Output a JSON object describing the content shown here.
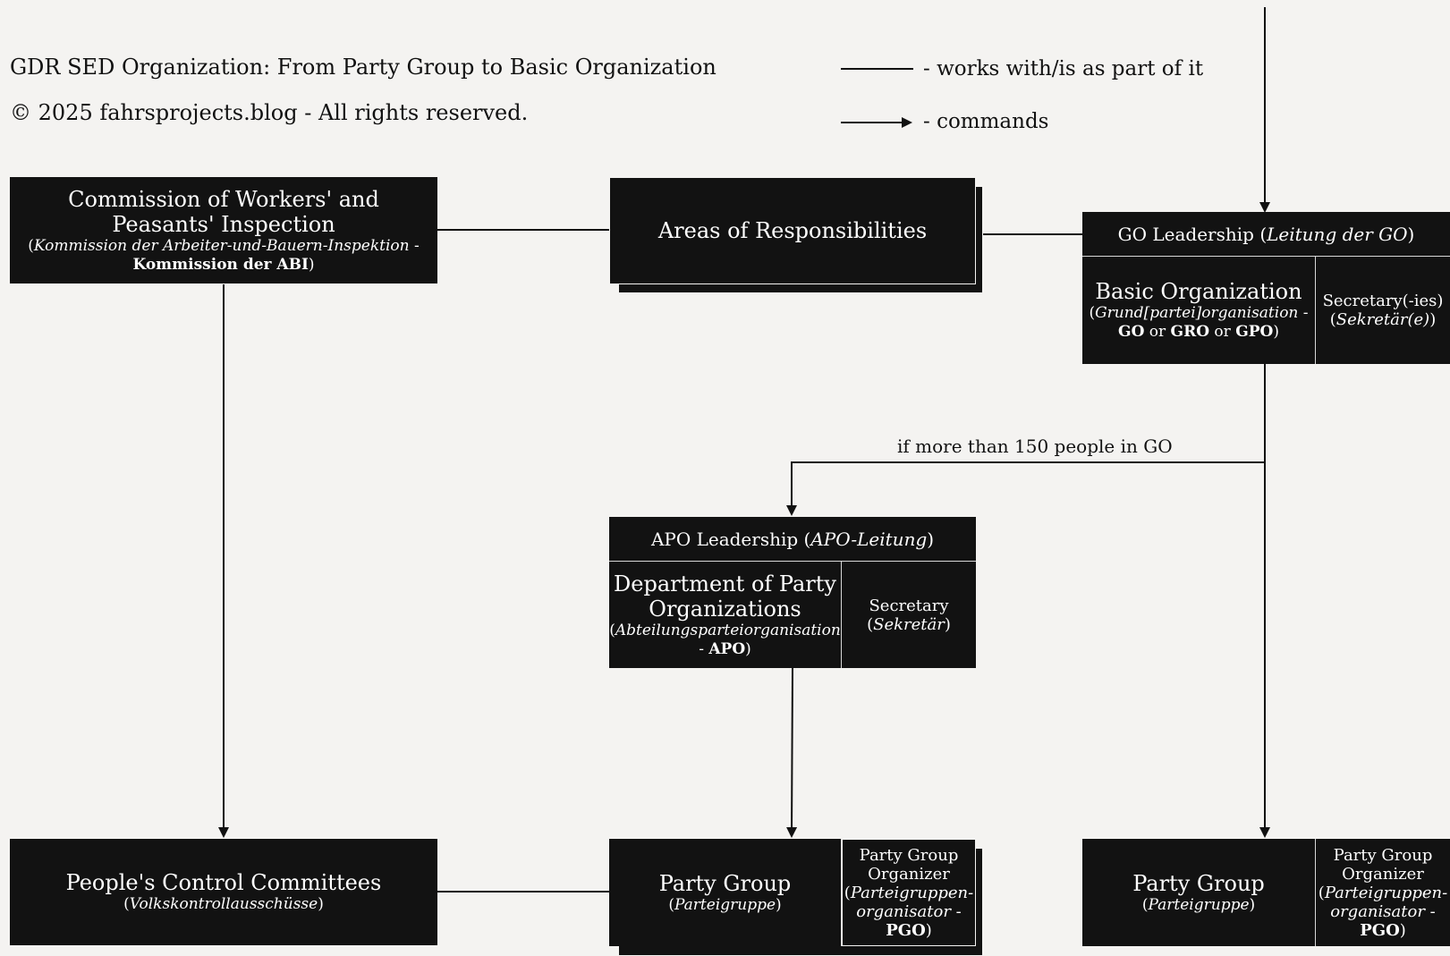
{
  "header": {
    "title": "GDR SED Organization: From Party Group to Basic Organization",
    "copyright": "© 2025 fahrsprojects.blog - All rights reserved."
  },
  "legend": {
    "line_label": "- works with/is as part of it",
    "arrow_label": "- commands"
  },
  "nodes": {
    "abi": {
      "title": "Commission of Workers' and Peasants' Inspection",
      "sub_open": "(",
      "sub_italic": "Kommission der Arbeiter-und-Bauern-Inspektion",
      "sub_mid": " - ",
      "sub_bold": "Kommission der ABI",
      "sub_close": ")"
    },
    "areas": {
      "title": "Areas of Responsibilities"
    },
    "go": {
      "leader_prefix": "GO Leadership (",
      "leader_italic": "Leitung der GO",
      "leader_suffix": ")",
      "title": "Basic Organization",
      "sub_open": "(",
      "sub_italic": "Grund[partei]organisation",
      "sub_mid": " - ",
      "sub_bold1": "GO",
      "sub_or1": " or ",
      "sub_bold2": "GRO",
      "sub_or2": " or ",
      "sub_bold3": "GPO",
      "sub_close": ")",
      "secretary": "Secretary(-ies)",
      "secretary_sub_open": "(",
      "secretary_sub_italic": "Sekretär(e)",
      "secretary_sub_close": ")"
    },
    "apo": {
      "leader_prefix": "APO Leadership (",
      "leader_italic": "APO-Leitung",
      "leader_suffix": ")",
      "title": "Department of Party Organizations",
      "sub_open": "(",
      "sub_italic": "Abteilungsparteiorganisation",
      "sub_mid": " - ",
      "sub_bold": "APO",
      "sub_close": ")",
      "secretary": "Secretary",
      "secretary_sub_open": "(",
      "secretary_sub_italic": "Sekretär",
      "secretary_sub_close": ")"
    },
    "pcc": {
      "title": "People's Control Committees",
      "sub_open": "(",
      "sub_italic": "Volkskontrollausschüsse",
      "sub_close": ")"
    },
    "pg_center": {
      "title": "Party Group",
      "sub_open": "(",
      "sub_italic": "Parteigruppe",
      "sub_close": ")",
      "organizer": "Party Group Organizer",
      "organizer_sub_open": "(",
      "organizer_sub_italic": "Parteigruppen-organisator",
      "organizer_sub_mid": " - ",
      "organizer_sub_bold": "PGO",
      "organizer_sub_close": ")"
    },
    "pg_right": {
      "title": "Party Group",
      "sub_open": "(",
      "sub_italic": "Parteigruppe",
      "sub_close": ")",
      "organizer": "Party Group Organizer",
      "organizer_sub_open": "(",
      "organizer_sub_italic": "Parteigruppen-organisator",
      "organizer_sub_mid": " - ",
      "organizer_sub_bold": "PGO",
      "organizer_sub_close": ")"
    }
  },
  "edges": {
    "go_to_apo_label": "if more than 150 people in GO"
  }
}
